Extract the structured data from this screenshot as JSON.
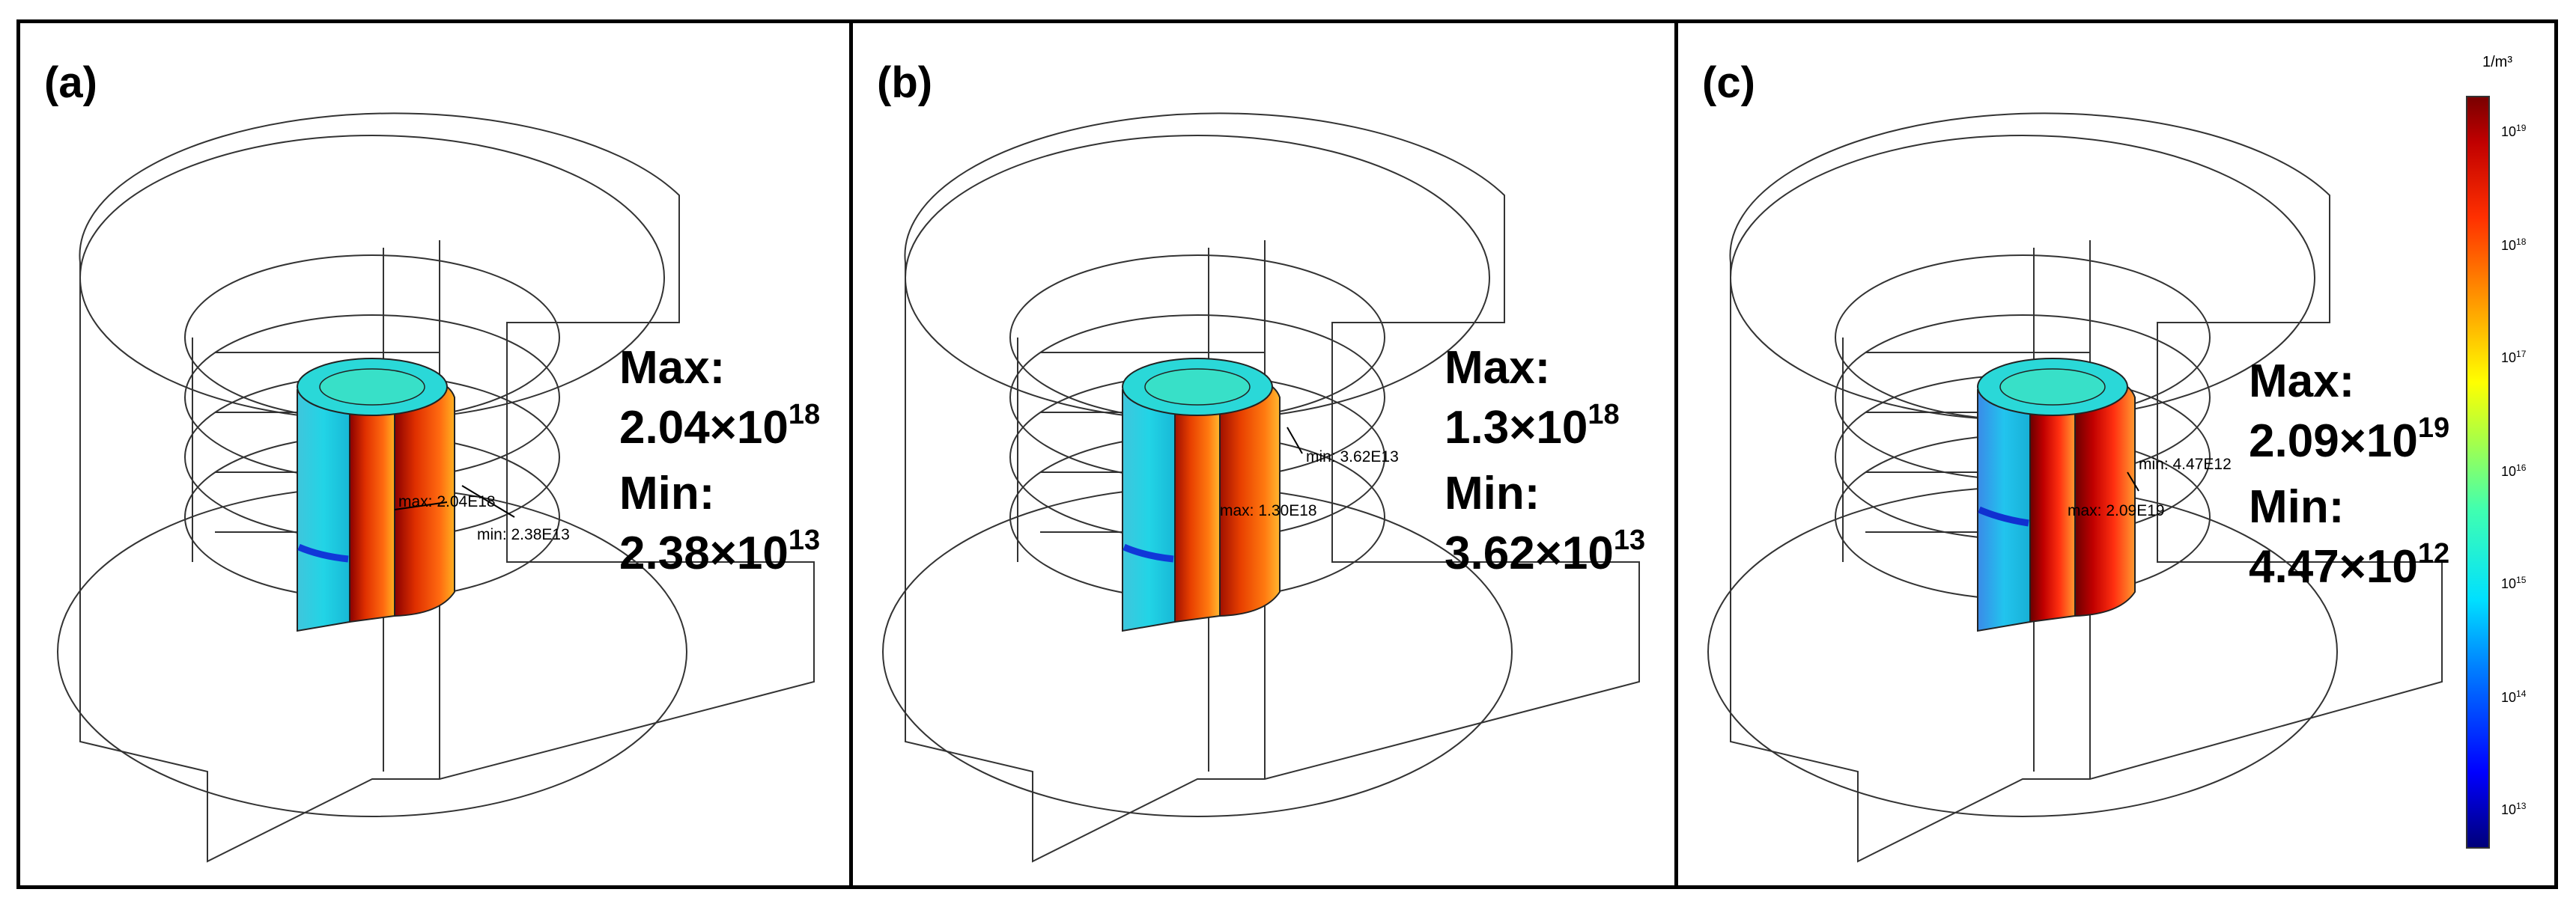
{
  "panels": [
    {
      "label": "(a)",
      "max_title": "Max:",
      "max_mant": "2.04×10",
      "max_exp": "18",
      "min_title": "Min:",
      "min_mant": "2.38×10",
      "min_exp": "13",
      "max_marker": "max: 2.04E18",
      "min_marker": "min: 2.38E13"
    },
    {
      "label": "(b)",
      "max_title": "Max:",
      "max_mant": "1.3×10",
      "max_exp": "18",
      "min_title": "Min:",
      "min_mant": "3.62×10",
      "min_exp": "13",
      "max_marker": "max: 1.30E18",
      "min_marker": "min: 3.62E13"
    },
    {
      "label": "(c)",
      "max_title": "Max:",
      "max_mant": "2.09×10",
      "max_exp": "19",
      "min_title": "Min:",
      "min_mant": "4.47×10",
      "min_exp": "12",
      "max_marker": "max: 2.09E19",
      "min_marker": "min: 4.47E12"
    }
  ],
  "colorbar": {
    "unit": "1/m³",
    "ticks": [
      {
        "base": "10",
        "exp": "19"
      },
      {
        "base": "10",
        "exp": "18"
      },
      {
        "base": "10",
        "exp": "17"
      },
      {
        "base": "10",
        "exp": "16"
      },
      {
        "base": "10",
        "exp": "15"
      },
      {
        "base": "10",
        "exp": "14"
      },
      {
        "base": "10",
        "exp": "13"
      }
    ],
    "colors": [
      "#00007a",
      "#0000ff",
      "#00e0ff",
      "#ffff00",
      "#ff3000",
      "#7a0000"
    ]
  }
}
